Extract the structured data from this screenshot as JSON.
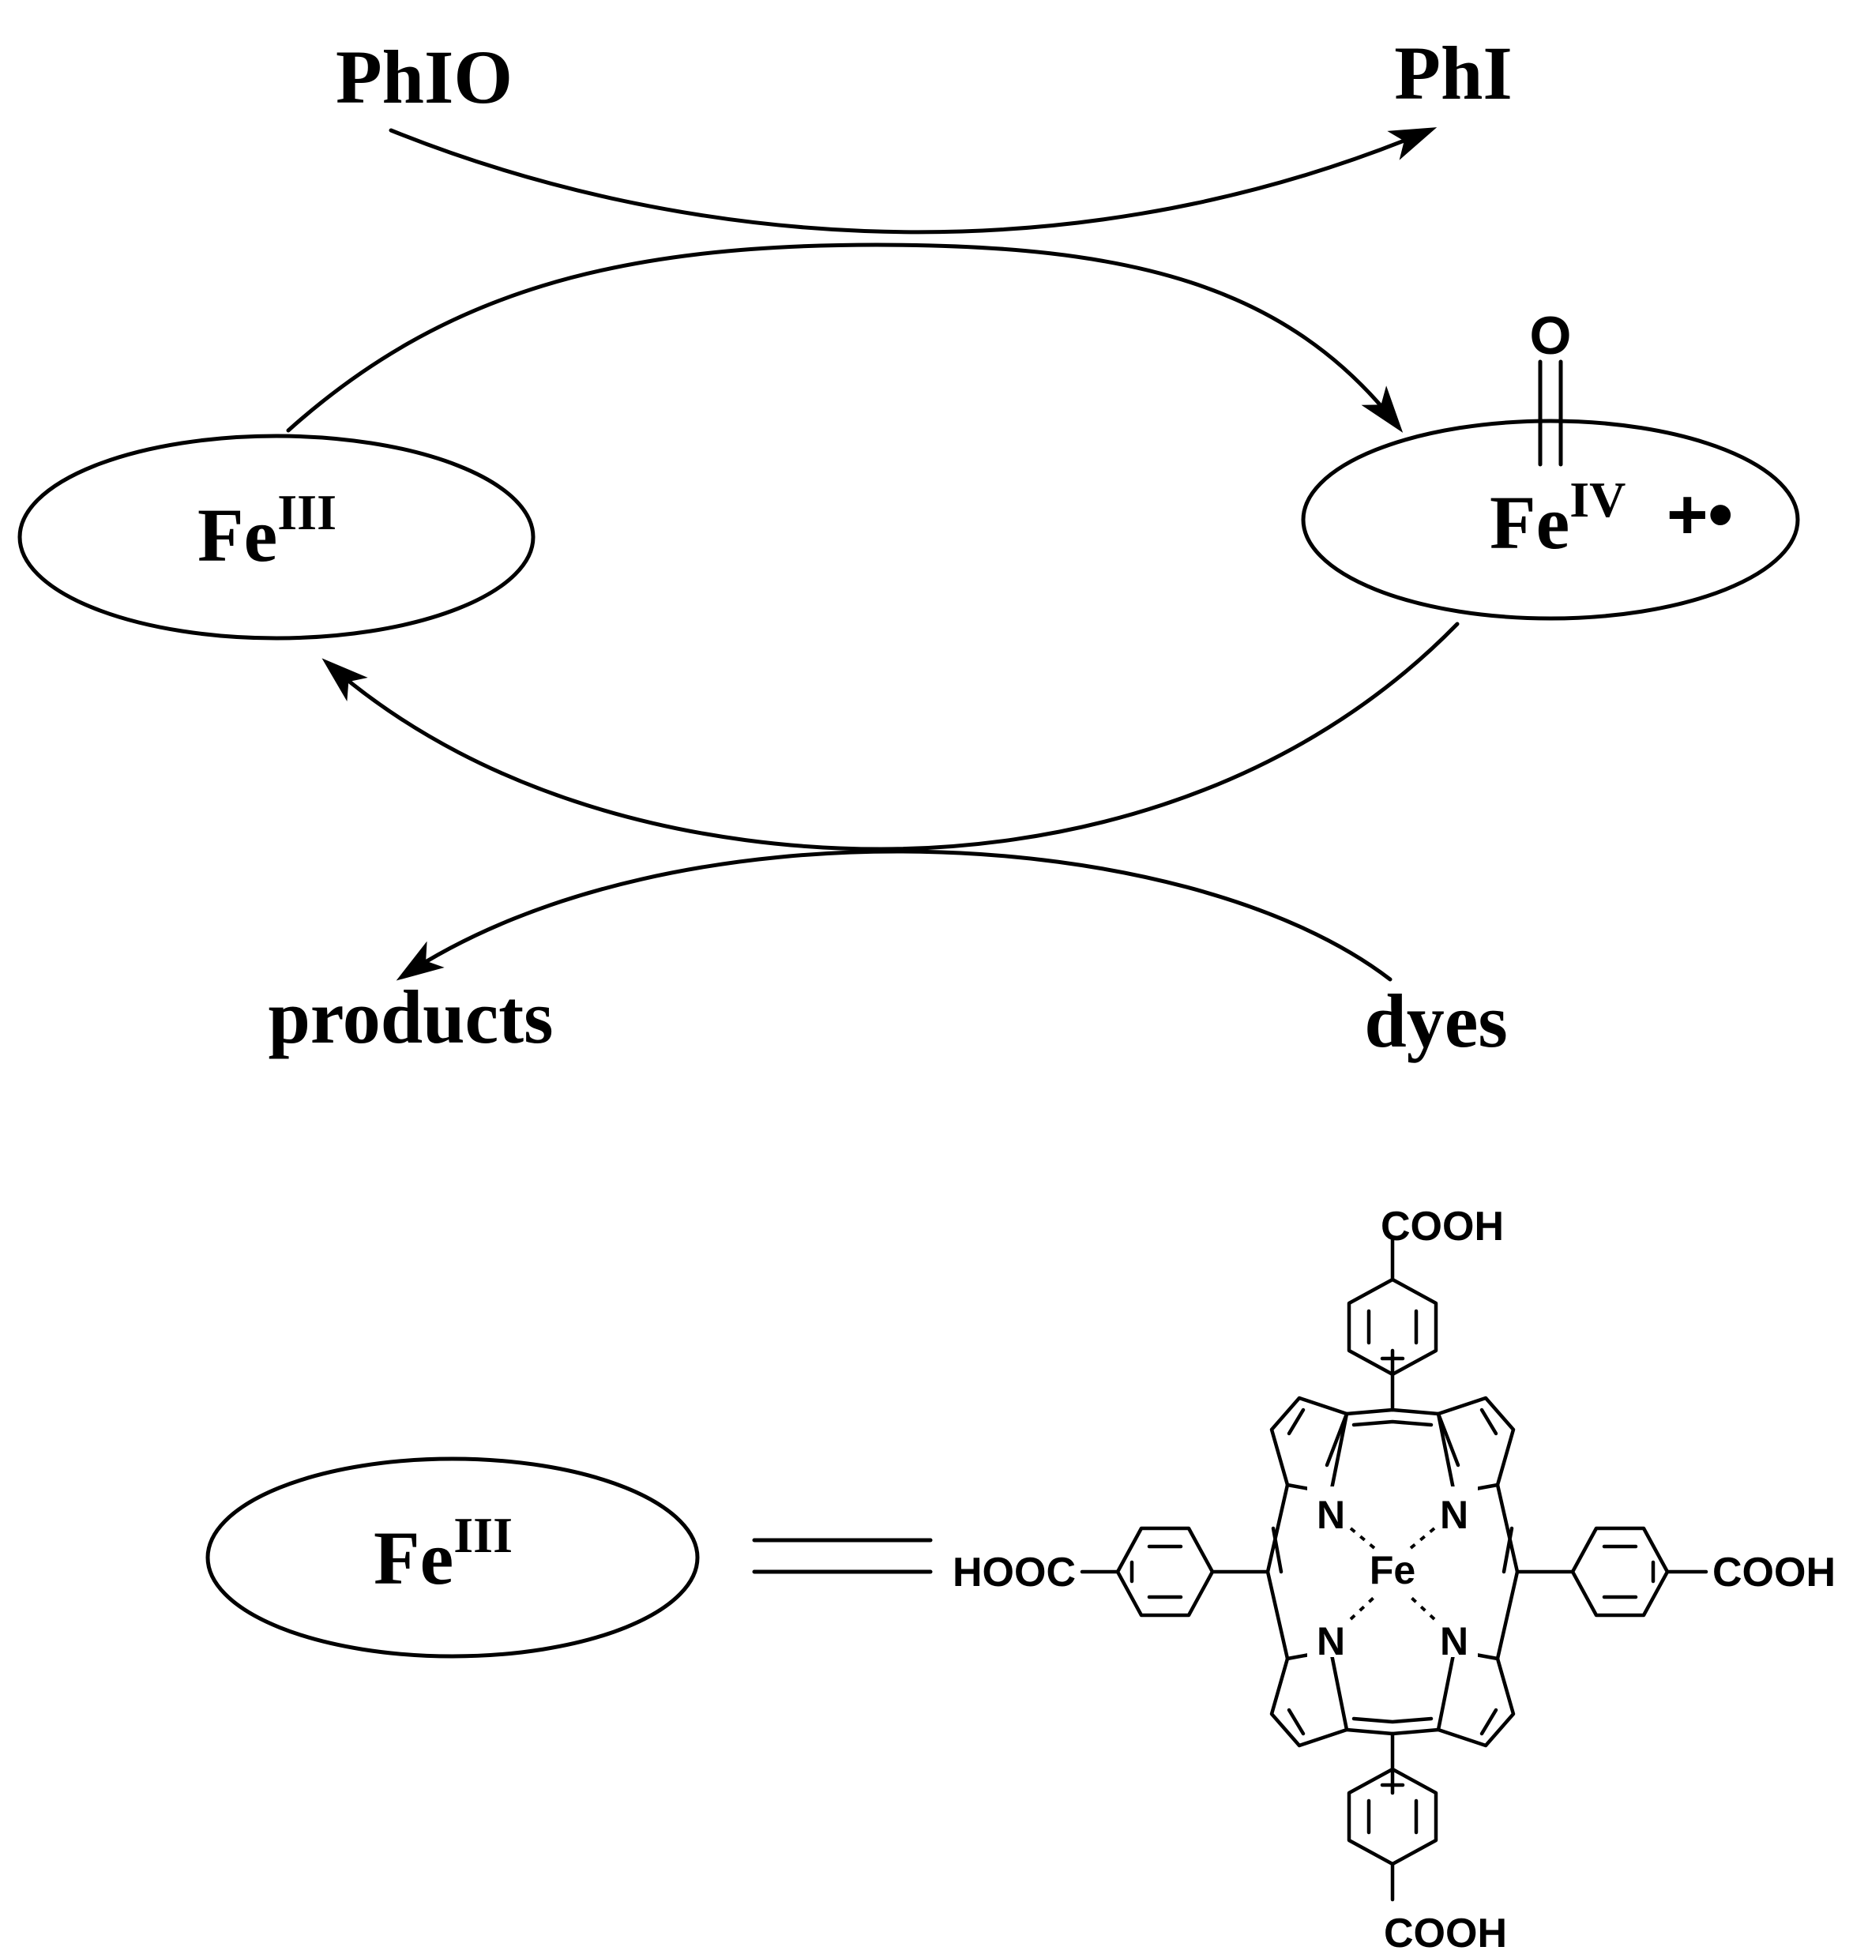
{
  "cycle": {
    "oxidant": "PhIO",
    "reduced_oxidant": "PhI",
    "resting_state": {
      "element": "Fe",
      "oxidation": "III"
    },
    "active_state": {
      "element": "Fe",
      "oxidation": "IV",
      "oxo": "O",
      "radical": "+•"
    },
    "substrate": "dyes",
    "products": "products"
  },
  "legend": {
    "symbol": {
      "element": "Fe",
      "oxidation": "III"
    },
    "structure": {
      "metal": "Fe",
      "nitrogen": "N",
      "substituent_top": "COOH",
      "substituent_bottom": "COOH",
      "substituent_right": "COOH",
      "substituent_left": "HOOC"
    }
  }
}
